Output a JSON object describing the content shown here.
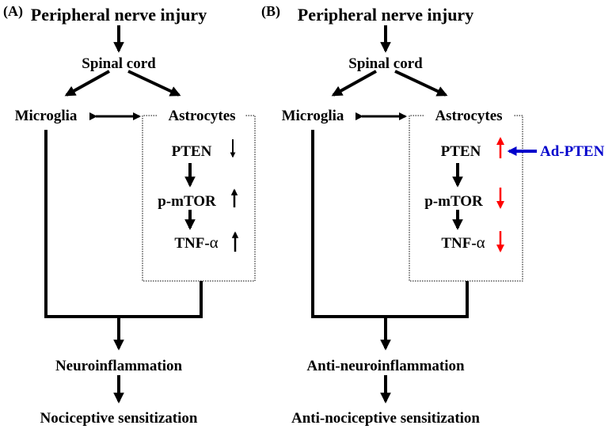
{
  "colors": {
    "ink": "#000000",
    "up_red": "#ff0000",
    "treatment_blue": "#0000cc"
  },
  "panel_a": {
    "panel_label": "(A)",
    "injury": "Peripheral nerve injury",
    "spinal_cord": "Spinal cord",
    "microglia": "Microglia",
    "astrocytes": "Astrocytes",
    "pten": "PTEN",
    "pten_change": "down",
    "mtor": "p-mTOR",
    "mtor_change": "up",
    "tnf_prefix": "TNF-",
    "tnf_symbol": "α",
    "tnf_change": "up",
    "outcome": "Neuroinflammation",
    "final": "Nociceptive sensitization"
  },
  "panel_b": {
    "panel_label": "(B)",
    "injury": "Peripheral nerve injury",
    "spinal_cord": "Spinal cord",
    "microglia": "Microglia",
    "astrocytes": "Astrocytes",
    "pten": "PTEN",
    "pten_change": "up",
    "mtor": "p-mTOR",
    "mtor_change": "down",
    "tnf_prefix": "TNF-",
    "tnf_symbol": "α",
    "tnf_change": "down",
    "treatment": "Ad-PTEN",
    "outcome": "Anti-neuroinflammation",
    "final": "Anti-nociceptive sensitization"
  }
}
